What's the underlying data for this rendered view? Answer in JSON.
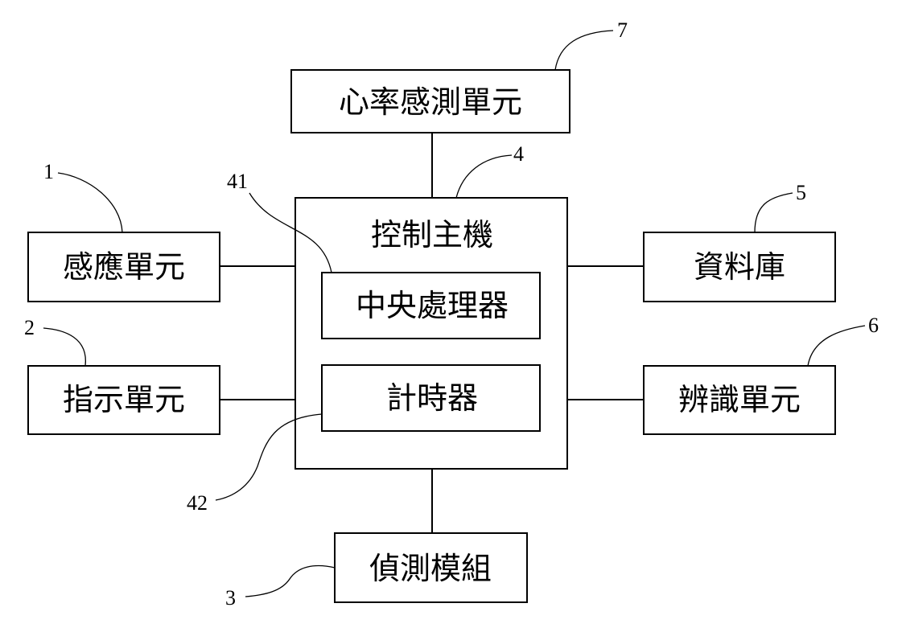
{
  "nodes": {
    "heart_rate": {
      "label": "心率感測單元",
      "ref": "7"
    },
    "controller": {
      "label": "控制主機",
      "ref": "4"
    },
    "cpu": {
      "label": "中央處理器",
      "ref": "41"
    },
    "timer": {
      "label": "計時器",
      "ref": "42"
    },
    "sensing": {
      "label": "感應單元",
      "ref": "1"
    },
    "indicator": {
      "label": "指示單元",
      "ref": "2"
    },
    "detection": {
      "label": "偵測模組",
      "ref": "3"
    },
    "database": {
      "label": "資料庫",
      "ref": "5"
    },
    "identify": {
      "label": "辨識單元",
      "ref": "6"
    }
  },
  "edges": [
    [
      "heart_rate",
      "controller"
    ],
    [
      "sensing",
      "controller"
    ],
    [
      "indicator",
      "controller"
    ],
    [
      "controller",
      "database"
    ],
    [
      "controller",
      "identify"
    ],
    [
      "controller",
      "detection"
    ]
  ]
}
